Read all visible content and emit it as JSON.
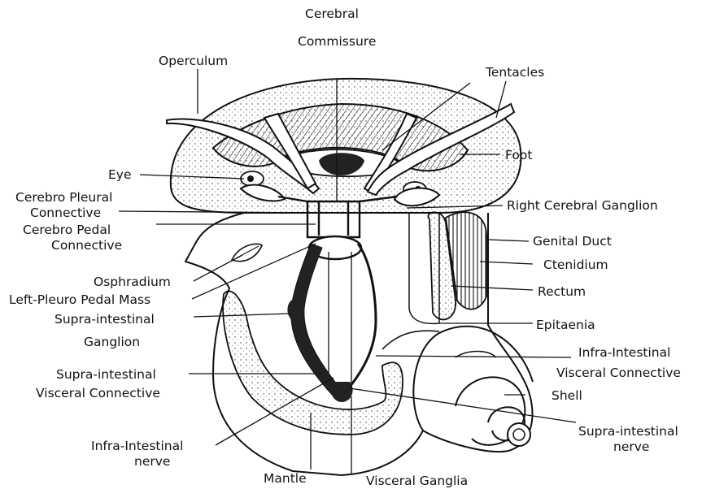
{
  "labels": {
    "cerebral_commissure_1": "Cerebral",
    "cerebral_commissure_2": "Commissure",
    "operculum": "Operculum",
    "tentacles": "Tentacles",
    "foot": "Foot",
    "eye": "Eye",
    "cerebro_pleural_1": "Cerebro Pleural",
    "cerebro_pleural_2": "Connective",
    "right_cerebral_ganglion": "Right Cerebral Ganglion",
    "cerebro_pedal_1": "Cerebro Pedal",
    "cerebro_pedal_2": "Connective",
    "genital_duct": "Genital Duct",
    "ctenidium": "Ctenidium",
    "osphradium": "Osphradium",
    "rectum": "Rectum",
    "left_pleuro_pedal": "Left-Pleuro Pedal Mass",
    "supra_intestinal_ganglion_1": "Supra-intestinal",
    "supra_intestinal_ganglion_2": "Ganglion",
    "epitaenia": "Epitaenia",
    "infra_visceral_1": "Infra-Intestinal",
    "infra_visceral_2": "Visceral Connective",
    "supra_visceral_1": "Supra-intestinal",
    "supra_visceral_2": "Visceral Connective",
    "shell": "Shell",
    "supra_nerve_1": "Supra-intestinal",
    "supra_nerve_2": "nerve",
    "infra_nerve_1": "Infra-Intestinal",
    "infra_nerve_2": "nerve",
    "mantle": "Mantle",
    "visceral_ganglia": "Visceral Ganglia"
  }
}
